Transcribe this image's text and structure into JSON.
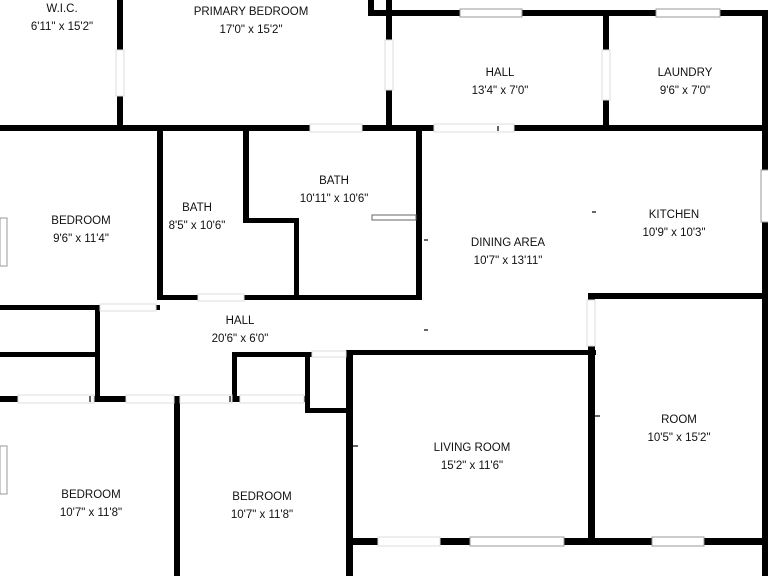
{
  "rooms": {
    "wic": {
      "name": "W.I.C.",
      "dims": "6'11\" x 15'2\""
    },
    "primary_bedroom": {
      "name": "PRIMARY BEDROOM",
      "dims": "17'0\" x 15'2\""
    },
    "hall_top": {
      "name": "HALL",
      "dims": "13'4\" x 7'0\""
    },
    "laundry": {
      "name": "LAUNDRY",
      "dims": "9'6\" x 7'0\""
    },
    "bedroom_left": {
      "name": "BEDROOM",
      "dims": "9'6\" x 11'4\""
    },
    "bath_small": {
      "name": "BATH",
      "dims": "8'5\" x 10'6\""
    },
    "bath_large": {
      "name": "BATH",
      "dims": "10'11\" x 10'6\""
    },
    "dining_area": {
      "name": "DINING AREA",
      "dims": "10'7\" x 13'11\""
    },
    "kitchen": {
      "name": "KITCHEN",
      "dims": "10'9\" x 10'3\""
    },
    "hall_mid": {
      "name": "HALL",
      "dims": "20'6\" x 6'0\""
    },
    "room": {
      "name": "ROOM",
      "dims": "10'5\" x 15'2\""
    },
    "living_room": {
      "name": "LIVING ROOM",
      "dims": "15'2\" x 11'6\""
    },
    "bedroom_bottom_left": {
      "name": "BEDROOM",
      "dims": "10'7\" x 11'8\""
    },
    "bedroom_bottom_mid": {
      "name": "BEDROOM",
      "dims": "10'7\" x 11'8\""
    }
  },
  "colors": {
    "wall": "#000000",
    "window": "#ffffff",
    "background": "#ffffff"
  }
}
